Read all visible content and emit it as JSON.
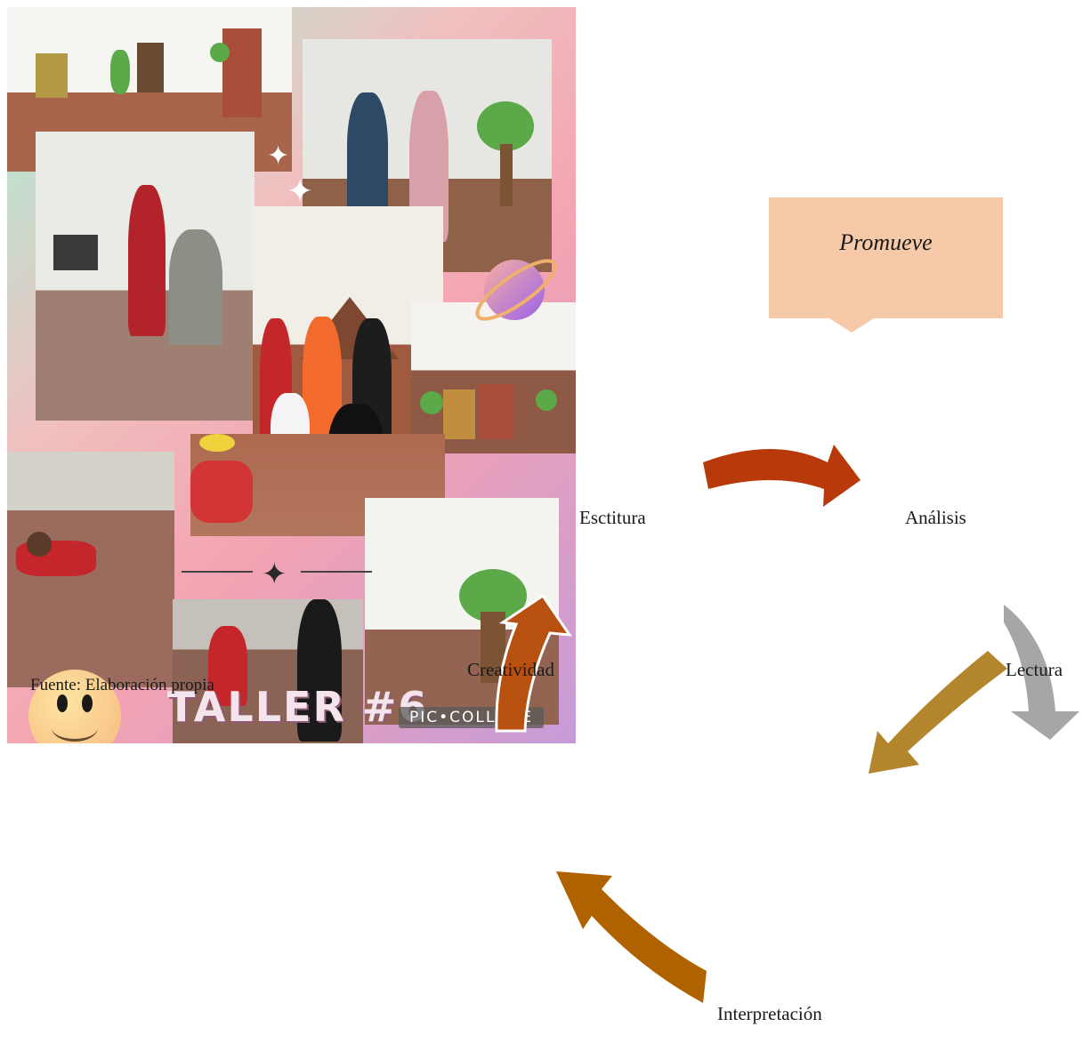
{
  "diagram": {
    "callout": {
      "text": "Promueve"
    },
    "nodes": [
      {
        "id": "escritura",
        "label": "Esctitura"
      },
      {
        "id": "analisis",
        "label": "Análisis"
      },
      {
        "id": "lectura",
        "label": "Lectura"
      },
      {
        "id": "interpretacion",
        "label": "Interpretación"
      },
      {
        "id": "creatividad",
        "label": "Creatividad"
      }
    ],
    "arrows": [
      {
        "from": "escritura",
        "to": "analisis",
        "color": "#b83a0a"
      },
      {
        "from": "analisis",
        "to": "lectura",
        "color": "#a6a6a6"
      },
      {
        "from": "lectura",
        "to": "interpretacion",
        "color": "#b3852c"
      },
      {
        "from": "interpretacion",
        "to": "creatividad",
        "color": "#b06200"
      },
      {
        "from": "creatividad",
        "to": "escritura",
        "color": "#b85010"
      }
    ]
  },
  "collage": {
    "title": "TALLER #6",
    "watermark": "PIC•COLLAGE",
    "icons": [
      "smiley-icon",
      "planet-icon",
      "sparkle-icon"
    ]
  },
  "caption": "Fuente: Elaboración propia"
}
